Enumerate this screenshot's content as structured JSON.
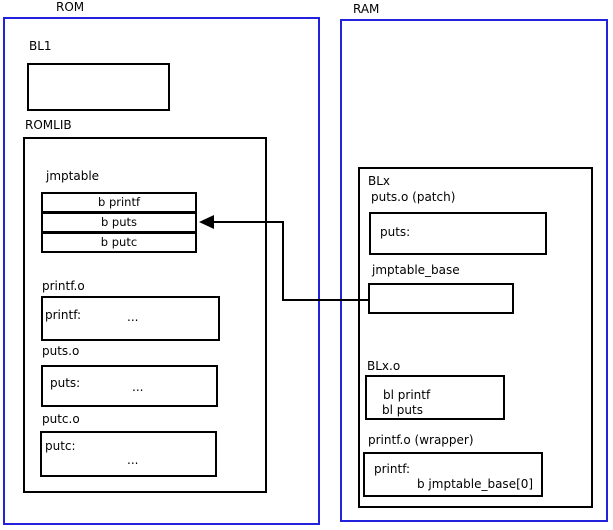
{
  "colors": {
    "region_border": "#2222dd",
    "box_border": "#000000",
    "text": "#000000",
    "background": "#ffffff"
  },
  "rom": {
    "region_label": "ROM",
    "bl1": {
      "label": "BL1"
    },
    "romlib": {
      "label": "ROMLIB",
      "jmptable": {
        "label": "jmptable",
        "rows": [
          "b printf",
          "b puts",
          "b putc"
        ]
      },
      "printf_o": {
        "label": "printf.o",
        "symbol": "printf:",
        "body": "..."
      },
      "puts_o": {
        "label": "puts.o",
        "symbol": "puts:",
        "body": "..."
      },
      "putc_o": {
        "label": "putc.o",
        "symbol": "putc:",
        "body": "..."
      }
    }
  },
  "ram": {
    "region_label": "RAM",
    "blx": {
      "label": "BLx",
      "puts_patch": {
        "label": "puts.o (patch)",
        "symbol": "puts:"
      },
      "jmptable_base": {
        "label": "jmptable_base"
      },
      "blx_o": {
        "label": "BLx.o",
        "lines": [
          "bl printf",
          "bl puts"
        ]
      },
      "printf_wrapper": {
        "label": "printf.o (wrapper)",
        "symbol": "printf:",
        "code": "b jmptable_base[0]"
      }
    }
  }
}
